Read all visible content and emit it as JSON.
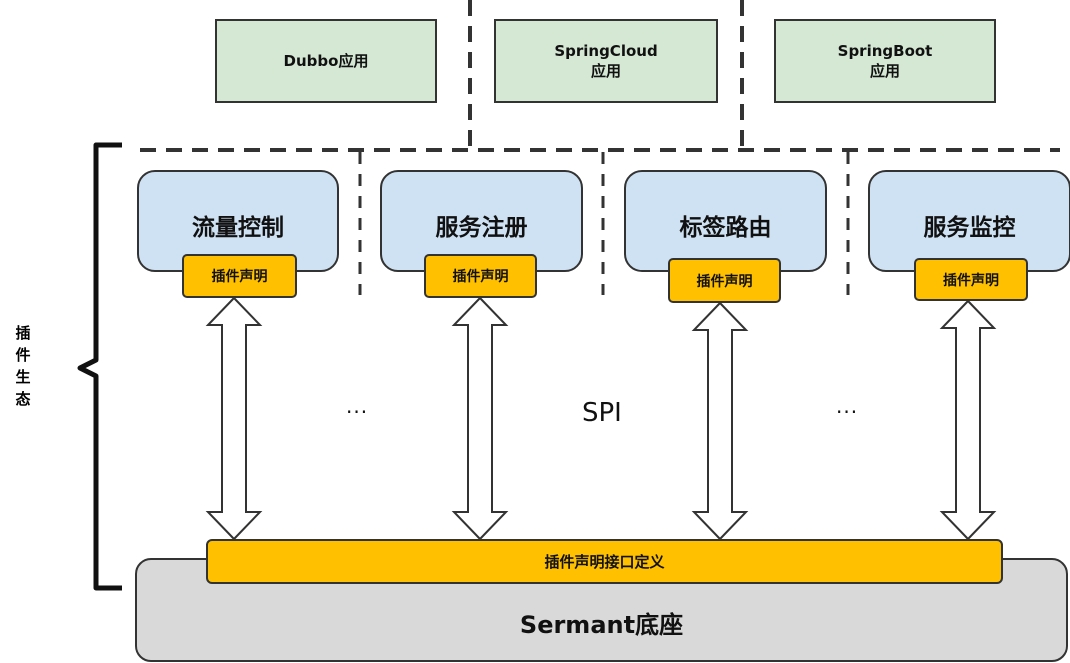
{
  "apps": [
    {
      "label": "Dubbo应用"
    },
    {
      "label": "SpringCloud\n应用"
    },
    {
      "label": "SpringBoot\n应用"
    }
  ],
  "plugins": [
    {
      "name": "流量控制",
      "tag": "插件声明"
    },
    {
      "name": "服务注册",
      "tag": "插件声明"
    },
    {
      "name": "标签路由",
      "tag": "插件声明"
    },
    {
      "name": "服务监控",
      "tag": "插件声明"
    }
  ],
  "ellipsis_left": "···",
  "ellipsis_right": "···",
  "spi_label": "SPI",
  "interface_bar_label": "插件声明接口定义",
  "base_label": "Sermant底座",
  "ecosystem_label": "插\n件\n生\n态",
  "colors": {
    "app_fill": "#d5e8d4",
    "plugin_fill": "#cfe2f3",
    "tag_fill": "#ffc000",
    "base_fill": "#d9d9d9",
    "stroke": "#333333"
  }
}
